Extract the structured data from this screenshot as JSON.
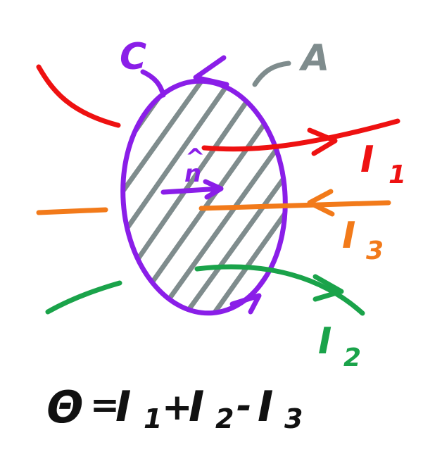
{
  "labels": {
    "curve": "C",
    "surface": "A",
    "normal": "n",
    "normal_hat": "^",
    "current_1": "I",
    "current_1_sub": "1",
    "current_2": "I",
    "current_2_sub": "2",
    "current_3": "I",
    "current_3_sub": "3"
  },
  "formula": {
    "theta": "Θ",
    "equals": "=",
    "i1": "I",
    "i1_sub": "1",
    "plus": "+",
    "i2": "I",
    "i2_sub": "2",
    "minus": "-",
    "i3": "I",
    "i3_sub": "3"
  },
  "colors": {
    "curve": "#8a1ee8",
    "surface": "#7f8c8d",
    "current_1": "#ee1111",
    "current_2": "#1aa34a",
    "current_3": "#f27a1a",
    "formula": "#111111"
  }
}
